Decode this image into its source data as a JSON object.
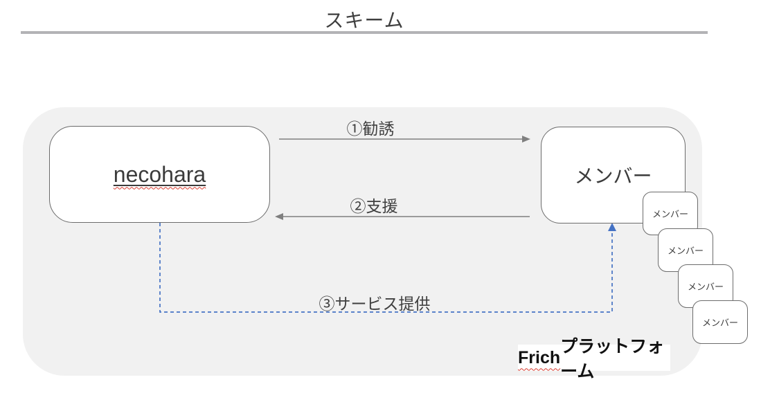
{
  "title": "スキーム",
  "scheme": {
    "provider": {
      "label": "necohara"
    },
    "member": {
      "label": "メンバー"
    },
    "flows": {
      "invite": "①勧誘",
      "support": "②支援",
      "service": "③サービス提供"
    },
    "member_cards": [
      "メンバー",
      "メンバー",
      "メンバー",
      "メンバー"
    ],
    "platform": {
      "brand": "Frich",
      "suffix": "プラットフォーム"
    }
  },
  "colors": {
    "accent_blue": "#4472c4",
    "arrow_gray": "#7f7f7f",
    "container_fill": "#f1f1f1",
    "box_border": "#6b6b6b",
    "text_dark": "#3b3b3b",
    "divider_gray": "#b3b3b6"
  }
}
